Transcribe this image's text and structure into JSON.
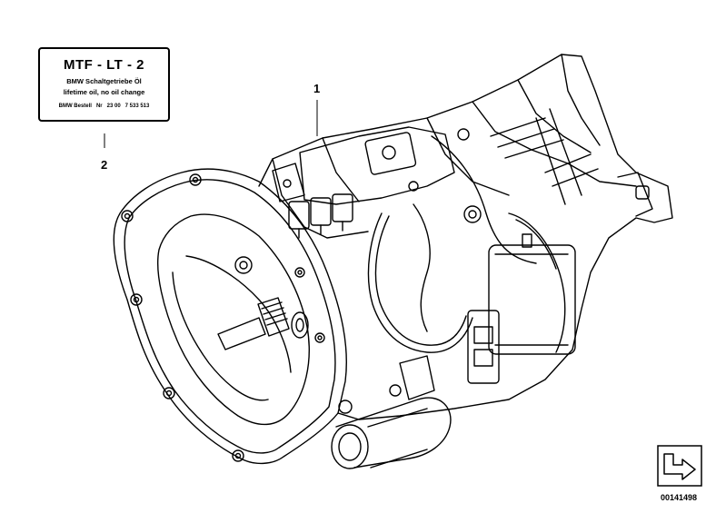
{
  "oil_label": {
    "title": "MTF - LT - 2",
    "line1": "BMW Schaltgetriebe Öl",
    "line2": "lifetime oil, no oil change",
    "line3": "BMW Bestell   Nr   23 00   7 533 513"
  },
  "callouts": {
    "part1": "1",
    "part2": "2"
  },
  "diagram_id": "00141498",
  "icons": {
    "corner": "turn-arrow-icon"
  }
}
